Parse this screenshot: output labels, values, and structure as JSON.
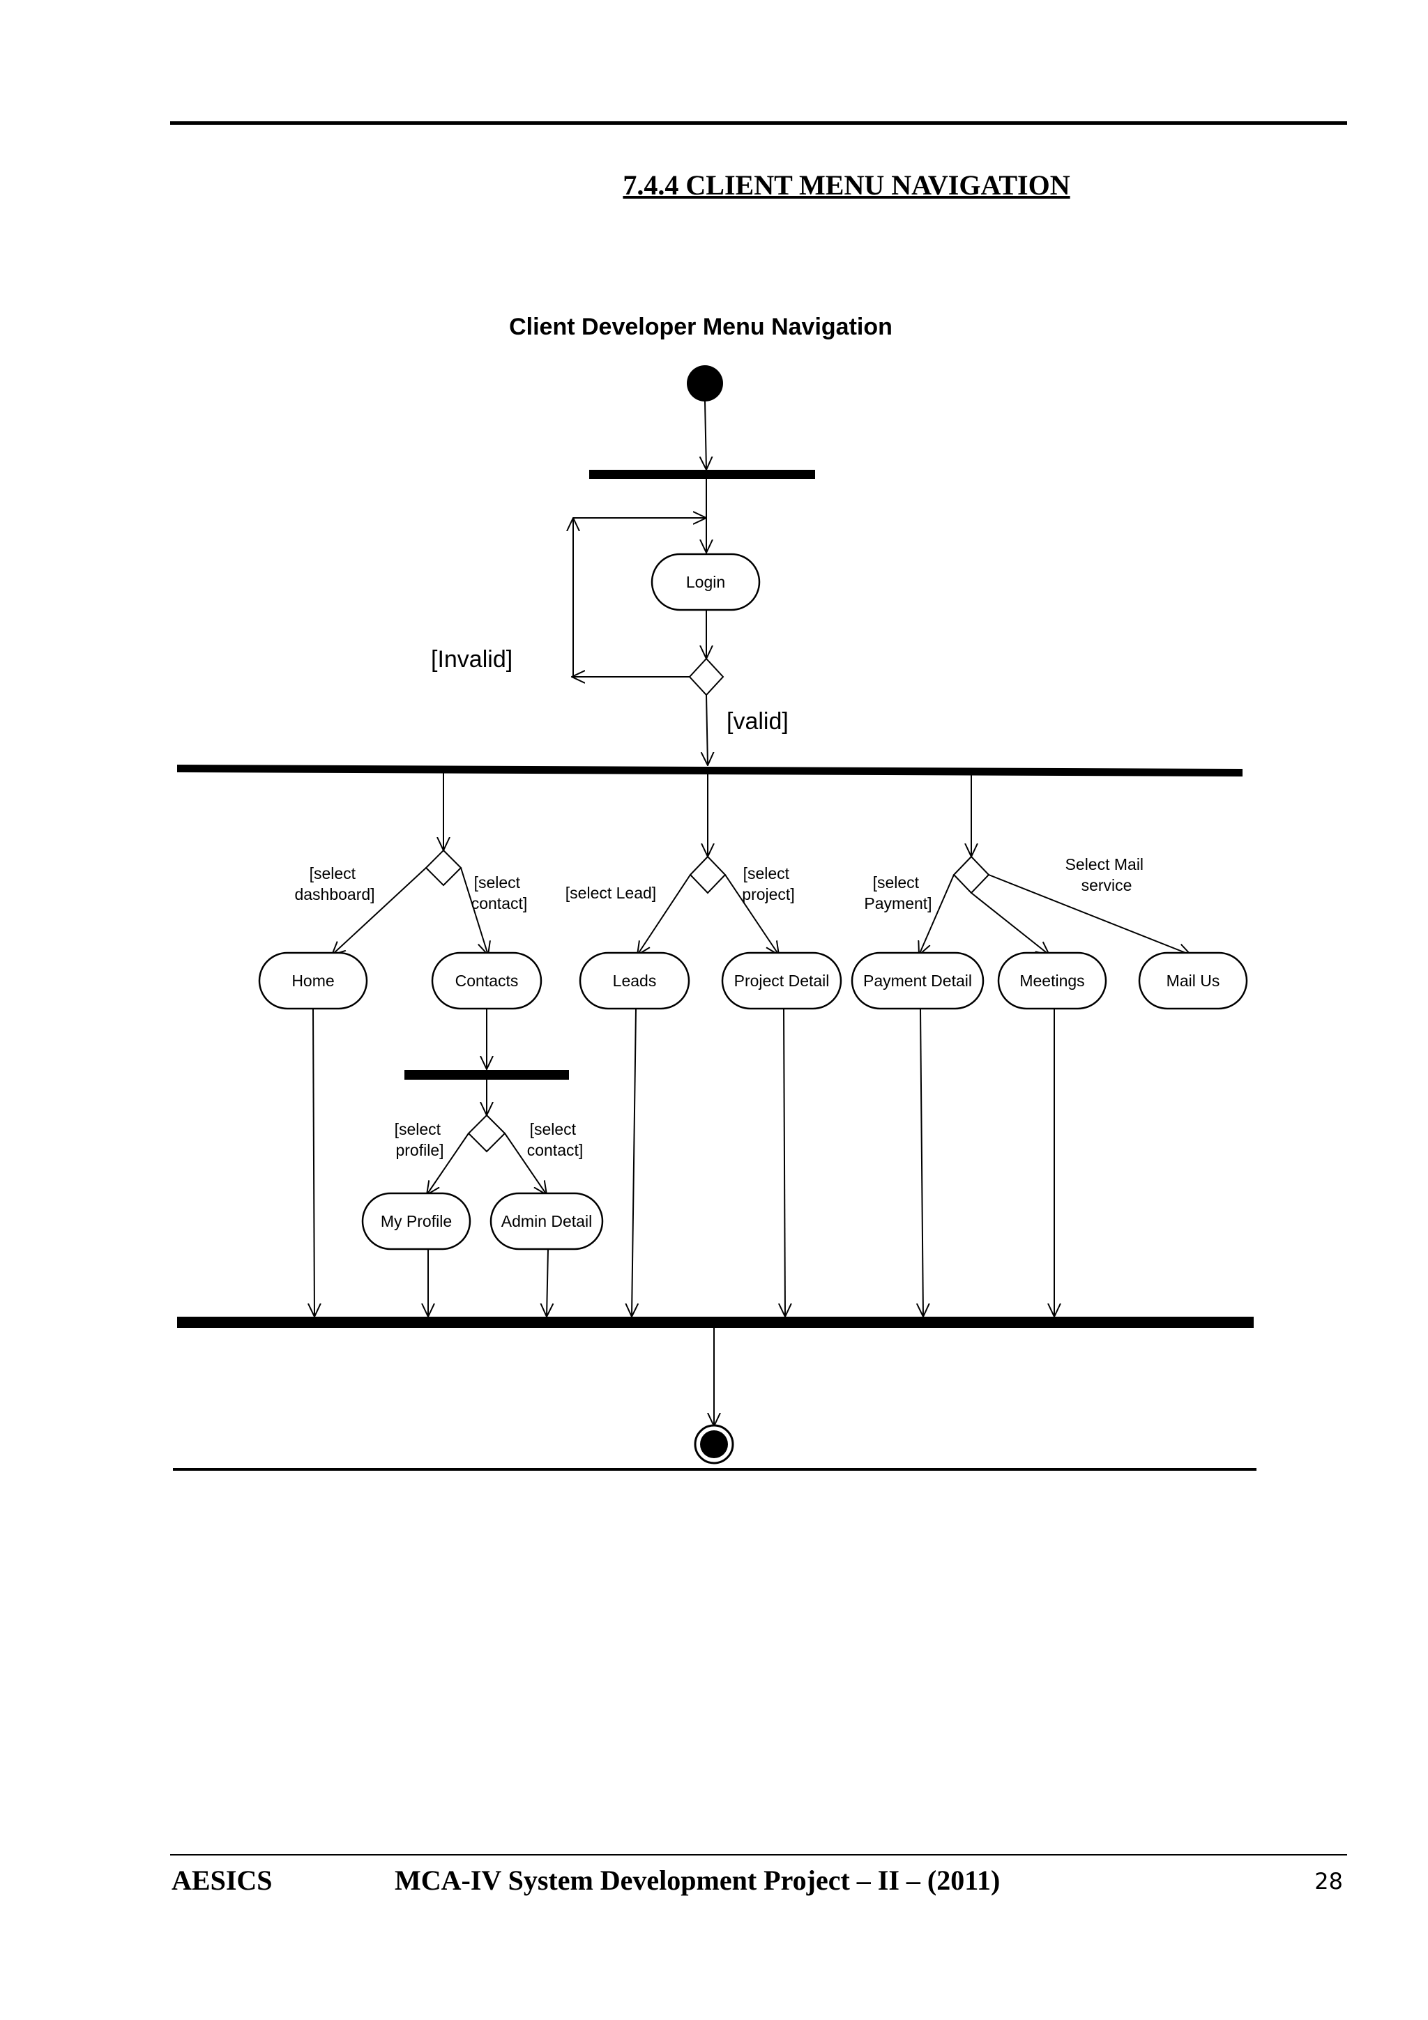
{
  "section_title": "7.4.4 CLIENT MENU NAVIGATION",
  "diagram": {
    "title": "Client Developer Menu Navigation",
    "activities": {
      "login": "Login",
      "home": "Home",
      "contacts": "Contacts",
      "leads": "Leads",
      "project_detail": "Project Detail",
      "payment_detail": "Payment Detail",
      "meetings": "Meetings",
      "mail_us": "Mail Us",
      "my_profile": "My Profile",
      "admin_detail": "Admin Detail"
    },
    "guards": {
      "invalid": "[Invalid]",
      "valid": "[valid]",
      "select_dashboard": [
        "[select",
        "dashboard]"
      ],
      "select_contact": [
        "[select",
        "contact]"
      ],
      "select_lead": "[select Lead]",
      "select_project": [
        "[select",
        "project]"
      ],
      "select_payment": [
        "[select",
        "Payment]"
      ],
      "select_mail": [
        "Select Mail",
        "service"
      ],
      "select_profile": [
        "[select",
        "profile]"
      ],
      "select_contact_2": [
        "[select",
        "contact]"
      ]
    }
  },
  "footer": {
    "institute": "AESICS",
    "project": "MCA-IV System Development Project – II – (2011)",
    "page_number": "28"
  }
}
